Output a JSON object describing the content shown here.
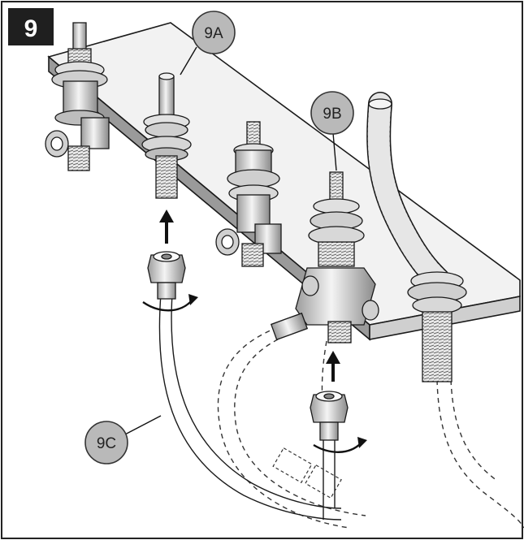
{
  "step": "9",
  "labels": {
    "part_a": "9A",
    "part_b": "9B",
    "part_c": "9C"
  },
  "colors": {
    "callout_fill": "#b9b9b9",
    "step_fill": "#1f1f1f",
    "line": "#1a1a1a",
    "deck_top": "#f2f2f2",
    "deck_front": "#9a9a9a",
    "metal": "#d9d9d9"
  }
}
